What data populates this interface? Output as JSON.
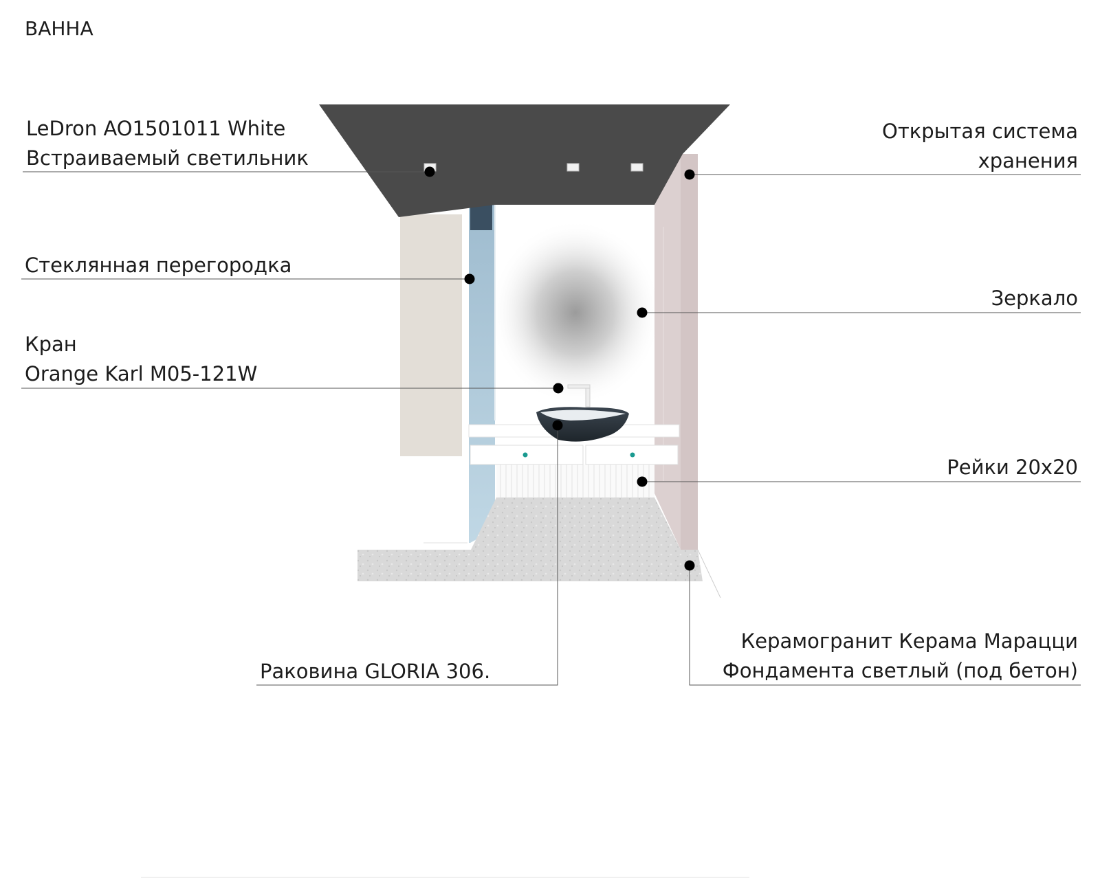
{
  "title": "ВАННА",
  "callouts": {
    "light_line1": "LeDron AO1501011 White",
    "light_line2": "Встраиваемый светильник",
    "glass": "Стеклянная перегородка",
    "faucet_line1": "Кран",
    "faucet_line2": "Orange Karl M05-121W",
    "sink": "Раковина GLORIA 306.",
    "storage_line1": "Открытая система",
    "storage_line2": "хранения",
    "mirror": "Зеркало",
    "slats": "Рейки 20х20",
    "tile_line1": "Керамогранит Керама Марацци",
    "tile_line2": "Фондамента светлый (под бетон)"
  },
  "colors": {
    "ceiling": "#4a4a4a",
    "glass": "#a9c6d8",
    "concrete_wall": "#e4e0da",
    "storage_wall": "#d9cfcf",
    "floor": "#d6d6d6",
    "sink": "#2a323a",
    "knob": "#1a9a90",
    "leader": "#555555",
    "dot": "#000000"
  }
}
